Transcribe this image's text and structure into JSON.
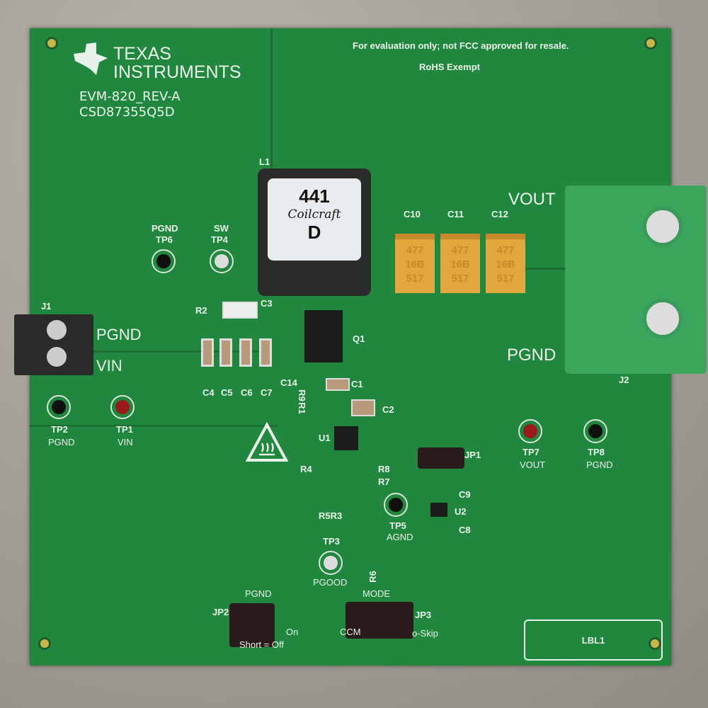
{
  "board": {
    "brand_line1": "Texas",
    "brand_line2": "Instruments",
    "model": "EVM-820_REV-A",
    "part": "CSD87355Q5D",
    "notice": "For evaluation only; not FCC approved for resale.",
    "rohs": "RoHS Exempt",
    "label_box": "LBL1"
  },
  "inductor": {
    "ref": "L1",
    "line1": "441",
    "line2": "Coilcraft",
    "line3": "D"
  },
  "capacitors": [
    {
      "ref": "C10",
      "marking": [
        "477",
        "16B",
        "517"
      ]
    },
    {
      "ref": "C11",
      "marking": [
        "477",
        "16B",
        "517"
      ]
    },
    {
      "ref": "C12",
      "marking": [
        "477",
        "16B",
        "517"
      ]
    }
  ],
  "connectors": {
    "j1": "J1",
    "j1_pgnd": "PGND",
    "j1_vin": "VIN",
    "j2": "J2",
    "j2_vout": "VOUT",
    "j2_pgnd": "PGND"
  },
  "testpoints": {
    "tp6_net": "PGND",
    "tp6": "TP6",
    "tp4_net": "SW",
    "tp4": "TP4",
    "tp2": "TP2",
    "tp2_net": "PGND",
    "tp1": "TP1",
    "tp1_net": "VIN",
    "tp7": "TP7",
    "tp7_net": "VOUT",
    "tp8": "TP8",
    "tp8_net": "PGND",
    "tp5": "TP5",
    "tp5_net": "AGND",
    "tp3": "TP3",
    "tp3_net": "PGOOD"
  },
  "refs": {
    "r2": "R2",
    "c3": "C3",
    "q1": "Q1",
    "c4": "C4",
    "c5": "C5",
    "c6": "C6",
    "c7": "C7",
    "c14": "C14",
    "c1": "C1",
    "c2": "C2",
    "r9": "R9",
    "r1": "R1",
    "u1": "U1",
    "r4": "R4",
    "r8": "R8",
    "r7": "R7",
    "r5r3": "R5R3",
    "jp1": "JP1",
    "c9": "C9",
    "u2": "U2",
    "c8": "C8",
    "r6": "R6"
  },
  "jumpers": {
    "jp2": "JP2",
    "jp2_title": "PGND",
    "jp2_on": "On",
    "jp2_off": "Short = Off",
    "jp3": "JP3",
    "jp3_title": "MODE",
    "jp3_left": "CCM",
    "jp3_right": "o-Skip"
  }
}
